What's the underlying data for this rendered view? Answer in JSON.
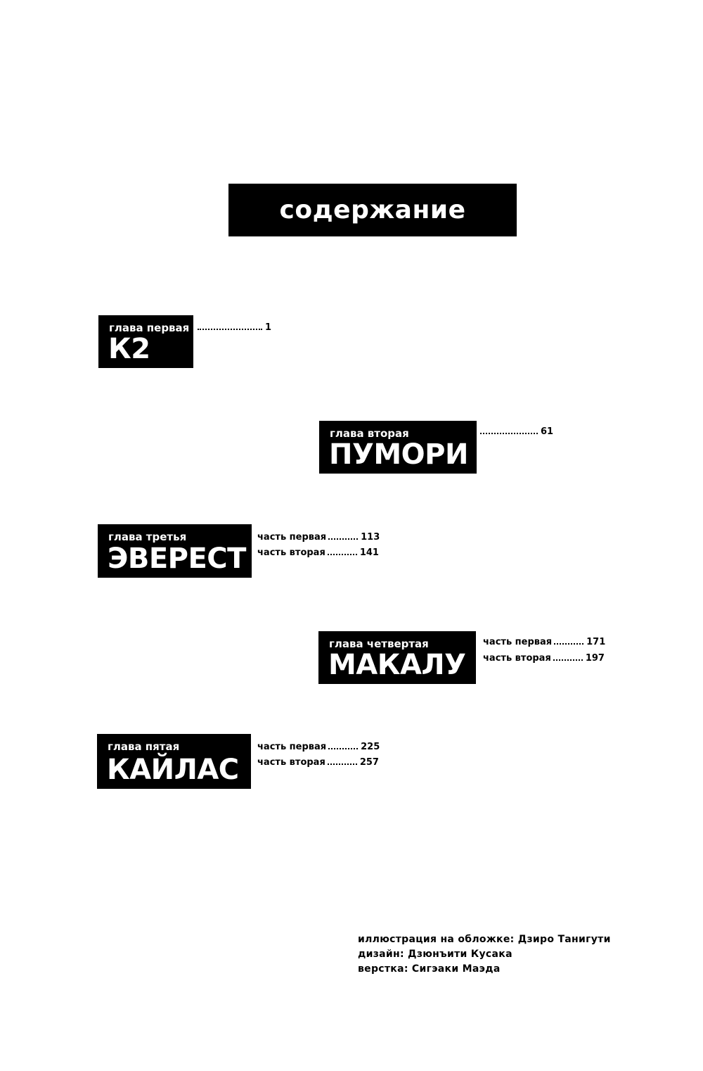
{
  "title": "содержание",
  "chapters": [
    {
      "subtitle": "глава первая",
      "name": "К2",
      "entries": [
        {
          "part": "",
          "page": "1"
        }
      ]
    },
    {
      "subtitle": "глава вторая",
      "name": "ПУМОРИ",
      "entries": [
        {
          "part": "",
          "page": "61"
        }
      ]
    },
    {
      "subtitle": "глава третья",
      "name": "ЭВЕРЕСТ",
      "entries": [
        {
          "part": "часть первая",
          "page": "113"
        },
        {
          "part": "часть вторая",
          "page": "141"
        }
      ]
    },
    {
      "subtitle": "глава четвертая",
      "name": "МАКАЛУ",
      "entries": [
        {
          "part": "часть первая",
          "page": "171"
        },
        {
          "part": "часть вторая",
          "page": "197"
        }
      ]
    },
    {
      "subtitle": "глава пятая",
      "name": "КАЙЛАС",
      "entries": [
        {
          "part": "часть первая",
          "page": "225"
        },
        {
          "part": "часть вторая",
          "page": "257"
        }
      ]
    }
  ],
  "credits": [
    "иллюстрация на обложке: Дзиро Танигути",
    "дизайн: Дзюнъити Кусака",
    "верстка: Сигэаки Маэда"
  ]
}
